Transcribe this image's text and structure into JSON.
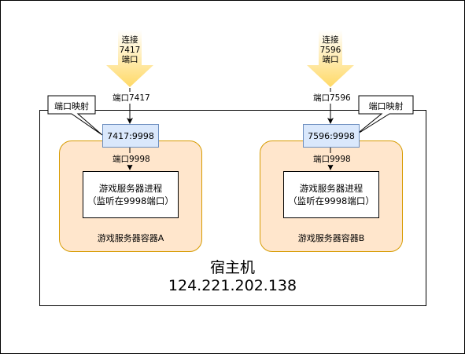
{
  "host": {
    "title": "宿主机",
    "ip": "124.221.202.138"
  },
  "left": {
    "arrow_text": [
      "连接",
      "7417",
      "端口"
    ],
    "host_port_label": "端口7417",
    "callout": "端口映射",
    "mapping": "7417:9998",
    "container_port_label": "端口9998",
    "process_lines": [
      "游戏服务器进程",
      "（监听在9998端口）"
    ],
    "container_label": "游戏服务器容器A"
  },
  "right": {
    "arrow_text": [
      "连接",
      "7596",
      "端口"
    ],
    "host_port_label": "端口7596",
    "callout": "端口映射",
    "mapping": "7596:9998",
    "container_port_label": "端口9998",
    "process_lines": [
      "游戏服务器进程",
      "（监听在9998端口）"
    ],
    "container_label": "游戏服务器容器B"
  },
  "colors": {
    "arrow_fill": "#ffd966",
    "mapping_fill": "#dae8fc",
    "mapping_stroke": "#6c8ebf",
    "container_fill": "#ffe6cc",
    "container_stroke": "#d79b00"
  }
}
